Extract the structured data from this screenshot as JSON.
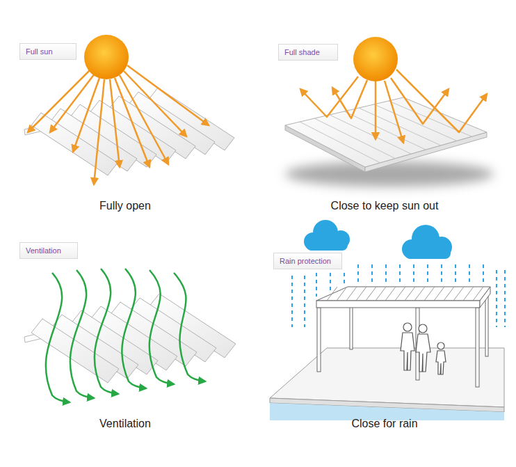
{
  "diagram": {
    "nodes": [
      {
        "text": [
          "Full sun"
        ]
      },
      {
        "text": [
          "Full shade"
        ]
      },
      {
        "text": [
          "Ventilation"
        ]
      },
      {
        "text": [
          "Rain protection"
        ]
      }
    ],
    "labels": [
      "Fully open",
      "Close to keep sun out",
      "Ventilation",
      "Close for rain"
    ]
  }
}
